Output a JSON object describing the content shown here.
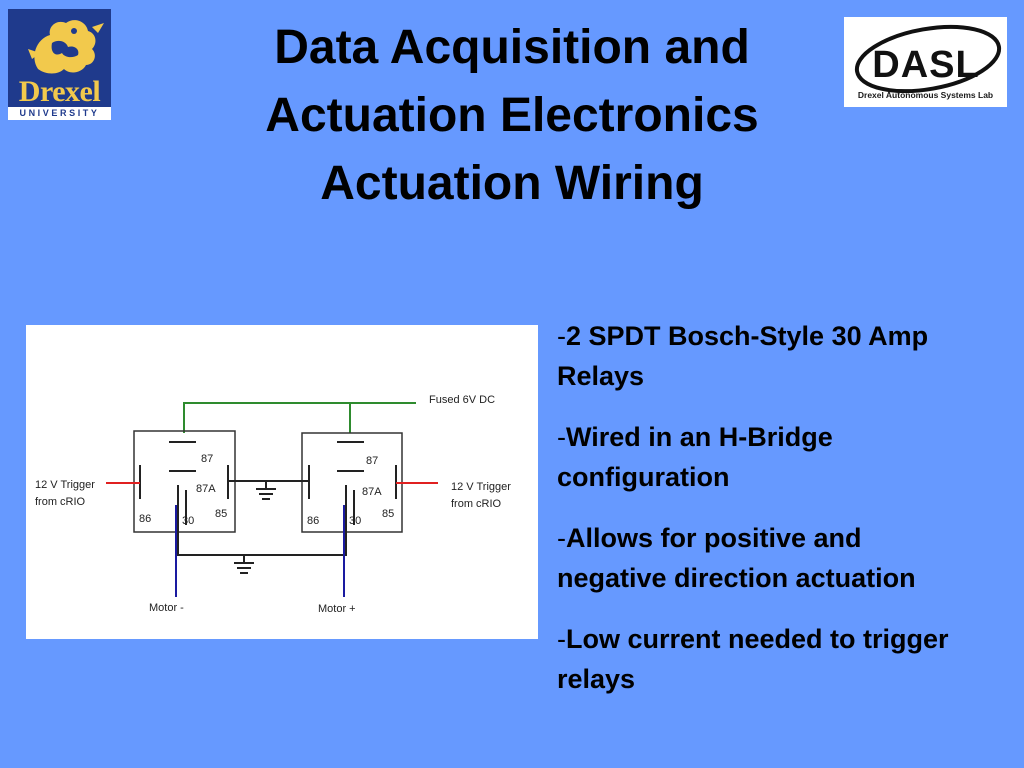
{
  "title": {
    "lines": [
      "Data Acquisition and",
      "Actuation Electronics",
      "Actuation Wiring"
    ]
  },
  "logos": {
    "drexel": {
      "word": "Drexel",
      "sub": "UNIVERSITY",
      "colors": {
        "bg": "#1f3a8c",
        "gold": "#f2c94c"
      }
    },
    "dasl": {
      "word": "DASL",
      "tagline": "Drexel Autonomous Systems Lab"
    }
  },
  "diagram": {
    "supply_label": "Fused 6V DC",
    "trigger_left": [
      "12 V Trigger",
      "from cRIO"
    ],
    "trigger_right": [
      "12 V Trigger",
      "from cRIO"
    ],
    "relay_left": {
      "pin_87": "87",
      "pin_87a": "87A",
      "pin_86": "86",
      "pin_30": "30",
      "pin_85": "85"
    },
    "relay_right": {
      "pin_87": "87",
      "pin_87a": "87A",
      "pin_86": "86",
      "pin_30": "30",
      "pin_85": "85"
    },
    "motor_minus": "Motor -",
    "motor_plus": "Motor +",
    "colors": {
      "supply": "#2e8b2e",
      "trigger": "#e02020",
      "motor": "#1a1aa0",
      "wire": "#222222"
    }
  },
  "bullets": [
    {
      "dash": "-",
      "text": "2 SPDT Bosch-Style 30 Amp Relays"
    },
    {
      "dash": "-",
      "text": "Wired in an H-Bridge configuration"
    },
    {
      "dash": "-",
      "text": "Allows for positive and negative direction actuation"
    },
    {
      "dash": "-",
      "text": "Low current needed to trigger relays"
    }
  ],
  "colors": {
    "background": "#6699ff"
  }
}
